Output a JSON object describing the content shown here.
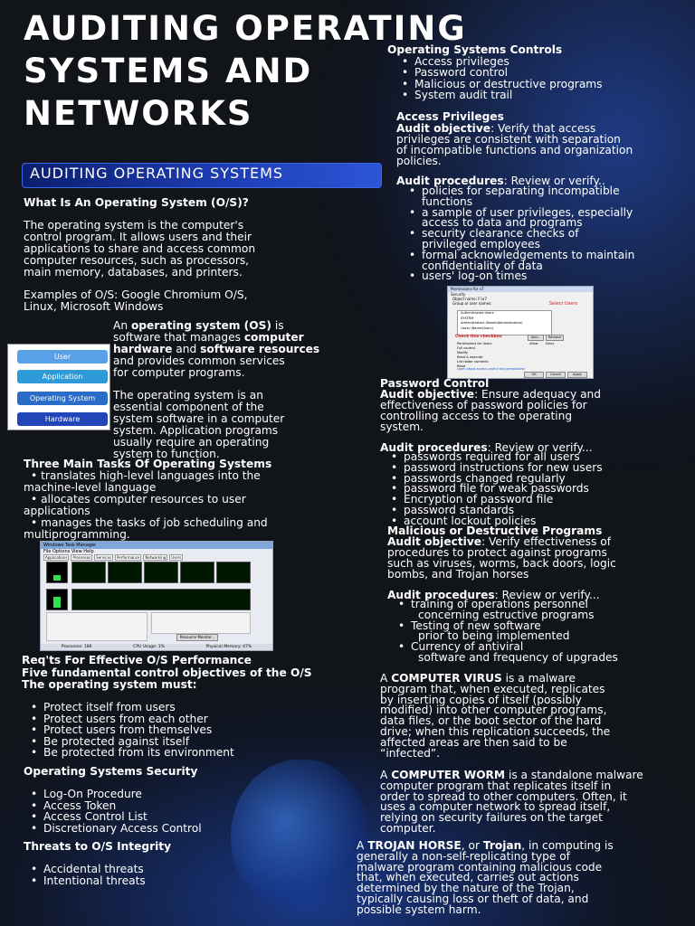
{
  "title": [
    "AUDITING OPERATING",
    "SYSTEMS AND",
    "NETWORKS"
  ],
  "banner": "AUDITING OPERATING SYSTEMS",
  "left": {
    "what_is": "What Is An Operating System (O/S)?",
    "def_lines": [
      "The operating system is the computer's",
      "control program. It allows users and their",
      "applications to share and access common",
      "computer resources, such as processors,",
      "main memory, databases, and printers."
    ],
    "examples_lines": [
      "Examples of O/S: Google Chromium O/S,",
      "Linux, Microsoft Windows"
    ],
    "os_para": {
      "a": "An ",
      "b": "operating system (OS)",
      "c": " is",
      "l2": "software that manages ",
      "l2b": "computer",
      "l3b": "hardware",
      "l3": " and ",
      "l3c": "software resources",
      "l4": "and provides common services",
      "l5": "for computer programs."
    },
    "essential_lines": [
      "The operating system is an",
      "essential component of the",
      "system software in a computer",
      "system. Application programs",
      "usually require an operating",
      "system to function."
    ],
    "stack": [
      "User",
      "Application",
      "Operating System",
      "Hardware"
    ],
    "three_tasks_title": "Three Main Tasks Of Operating Systems",
    "tasks": [
      [
        "translates high-level languages into the",
        "machine-level language"
      ],
      [
        "allocates computer resources to user",
        "applications"
      ],
      [
        "manages the tasks of job scheduling and",
        "multiprogramming."
      ]
    ],
    "taskman": {
      "window_title": "Windows Task Manager",
      "menu": "File   Options   View   Help",
      "tabs": [
        "Applications",
        "Processes",
        "Services",
        "Performance",
        "Networking",
        "Users"
      ],
      "status": [
        "Processes: 186",
        "CPU Usage: 1%",
        "Physical Memory: 47%"
      ],
      "button": "Resource Monitor..."
    },
    "reqs_title": "Req'ts For Effective O/S Performance",
    "five_title": "Five fundamental control objectives of the O/S",
    "must_title": "The operating system must:",
    "must_items": [
      "Protect itself from users",
      "Protect users from each other",
      "Protect users from themselves",
      "Be protected against itself",
      "Be protected from its environment"
    ],
    "security_title": "Operating Systems Security",
    "security_items": [
      "Log-On Procedure",
      "Access Token",
      "Access Control List",
      "Discretionary Access Control"
    ],
    "threats_title": "Threats to O/S Integrity",
    "threats_items": [
      "Accidental threats",
      "Intentional threats"
    ]
  },
  "right": {
    "controls_title": "Operating Systems Controls",
    "controls_items": [
      "Access privileges",
      "Password control",
      "Malicious or destructive programs",
      "System audit trail"
    ],
    "ap_title": "Access Privileges",
    "ap_obj_label": "Audit objective",
    "ap_obj_lines": [
      ": Verify that access",
      "privileges are consistent with separation",
      "of incompatible functions and organization",
      "policies."
    ],
    "ap_proc_label": "Audit procedures",
    "ap_proc_rest": ": Review or verify..",
    "ap_proc_items": [
      [
        "policies for separating incompatible",
        "functions"
      ],
      [
        " a sample of user privileges, especially",
        "access to data and programs"
      ],
      [
        " security clearance checks of",
        "privileged employees"
      ],
      [
        "formal acknowledgements to maintain",
        "confidentiality of data"
      ],
      [
        "users' log-on times"
      ]
    ],
    "perm": {
      "window_title": "Permissions for x7",
      "tab": "Security",
      "object_name": "Object name:   F:\\x7",
      "group_label": "Group or user names:",
      "users": [
        "Authenticated Users",
        "SYSTEM",
        "Administrators (Name\\Administrators)",
        "Users (Name\\Users)"
      ],
      "select_users": "Select Users",
      "check_note": "Check this checkbox",
      "add": "Add...",
      "remove": "Remove",
      "perm_label": "Permissions for Users",
      "allow": "Allow",
      "deny": "Deny",
      "perm_items": [
        "Full control",
        "Modify",
        "Read & execute",
        "List folder contents",
        "Read"
      ],
      "link": "Learn about access control and permissions",
      "ok": "OK",
      "cancel": "Cancel",
      "apply": "Apply"
    },
    "pc_title": "Password Control",
    "pc_obj_label": "Audit objective",
    "pc_obj_lines": [
      ": Ensure adequacy and",
      "effectiveness of password policies for",
      "controlling access to the operating",
      "system."
    ],
    "pc_proc_label": "Audit procedures",
    "pc_proc_rest": ": Review or verify...",
    "pc_items": [
      "passwords required for all users",
      "password instructions for new users",
      "passwords changed regularly",
      "password file for weak passwords",
      "Encryption of password file",
      "password standards",
      "account lockout policies"
    ],
    "md_title": "Malicious or Destructive Programs",
    "md_obj_label": "Audit objective",
    "md_obj_lines": [
      ": Verify effectiveness of",
      "procedures to protect against programs",
      "such as viruses, worms, back doors, logic",
      "bombs, and Trojan horses"
    ],
    "md_proc_label": "Audit procedures",
    "md_proc_rest": ": Review or verify...",
    "md_items": [
      [
        "training of operations personnel",
        "concerning estructive programs"
      ],
      [
        "Testing of new software",
        "prior to being implemented"
      ],
      [
        "Currency of antiviral",
        "software and frequency of upgrades"
      ]
    ],
    "virus": {
      "a": "A ",
      "b": "COMPUTER VIRUS",
      "c": " is a malware",
      "lines": [
        "program that, when executed, replicates",
        "by inserting copies of itself (possibly",
        "modified) into other computer programs,",
        "data files, or the boot sector of the hard",
        "drive; when this replication succeeds, the",
        "affected areas are then said to be",
        "“infected”."
      ]
    },
    "worm": {
      "a": "A ",
      "b": "COMPUTER WORM",
      "c": " is a standalone malware",
      "lines": [
        "computer program that replicates itself in",
        "order to spread to other computers. Often, it",
        "uses a computer network to spread itself,",
        "relying on security failures on the target",
        "computer."
      ]
    },
    "trojan": {
      "a": "A ",
      "b": "TROJAN HORSE",
      "c": ", or ",
      "d": "Trojan",
      "e": ", in computing is",
      "lines": [
        "generally a non-self-replicating type of",
        "malware program containing malicious code",
        "that, when executed, carries out actions",
        "determined by the nature of the Trojan,",
        "typically causing loss or theft of data, and",
        "possible system harm."
      ]
    }
  },
  "colors": {
    "background": "#111418",
    "accent_blue": "#2c55d6",
    "text": "#ffffff"
  }
}
